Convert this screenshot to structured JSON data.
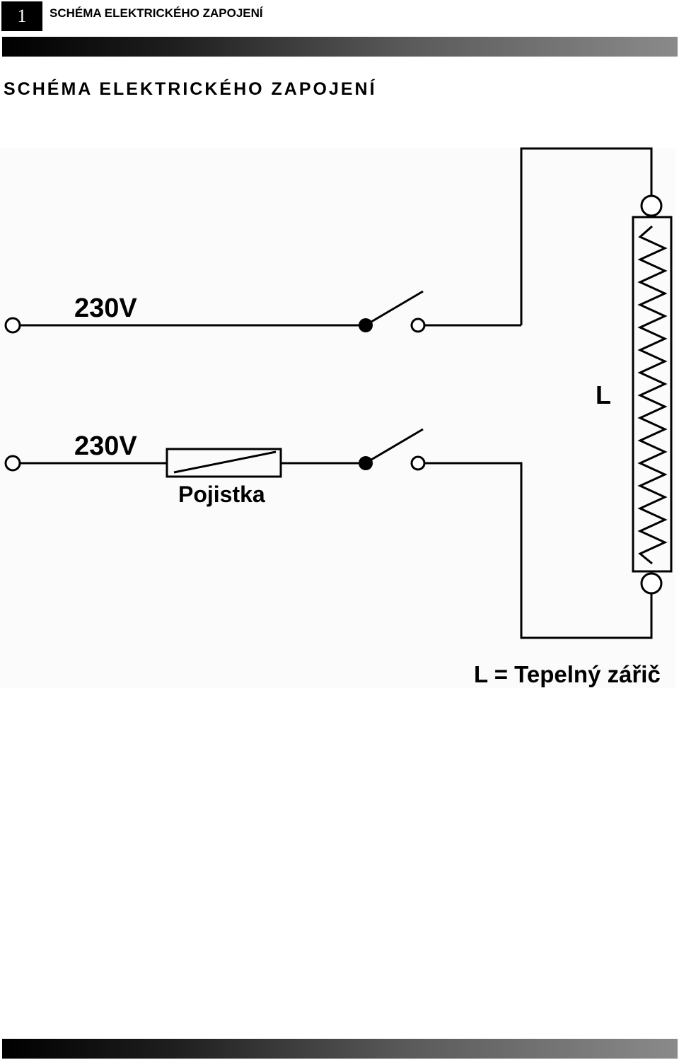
{
  "header": {
    "page_number": "1",
    "title": "SCHÉMA ELEKTRICKÉHO ZAPOJENÍ"
  },
  "section": {
    "title": "SCHÉMA ELEKTRICKÉHO ZAPOJENÍ"
  },
  "diagram": {
    "voltage_top": "230V",
    "voltage_bottom": "230V",
    "fuse_label": "Pojistka",
    "element_label": "L",
    "legend": "L = Tepelný zářič"
  }
}
